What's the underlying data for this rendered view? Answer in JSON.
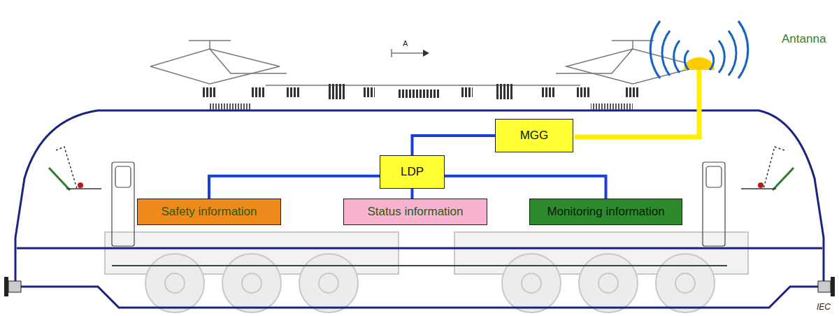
{
  "diagram": {
    "nodes": [
      {
        "text": [
          "MGG"
        ]
      },
      {
        "text": [
          "LDP"
        ]
      },
      {
        "text": [
          "Safety information"
        ]
      },
      {
        "text": [
          "Status information"
        ]
      },
      {
        "text": [
          "Monitoring information"
        ]
      }
    ],
    "edges": [
      {
        "from": 1,
        "to": 0,
        "arrow": "none"
      },
      {
        "from": 1,
        "to": 2,
        "arrow": "none"
      },
      {
        "from": 1,
        "to": 3,
        "arrow": "none"
      },
      {
        "from": 1,
        "to": 4,
        "arrow": "none"
      }
    ],
    "labels": [
      "A",
      "Antanna",
      "IEC"
    ]
  }
}
